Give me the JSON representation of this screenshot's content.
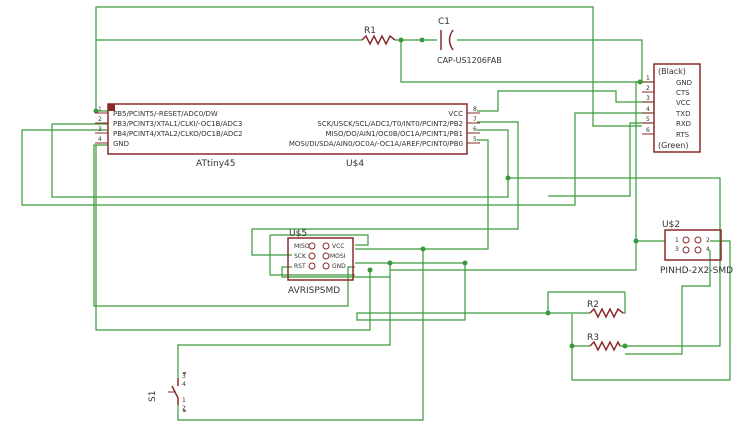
{
  "chip": {
    "name": "ATtiny45",
    "ref": "U$4",
    "pin_numbers_left": [
      "1",
      "2",
      "3",
      "4"
    ],
    "pin_numbers_right": [
      "8",
      "7",
      "6",
      "5"
    ],
    "pins_left": [
      "PB5/PCINT5/-RESET/ADC0/DW",
      "PB3/PCINT3/XTAL1/CLKI/-OC1B/ADC3",
      "PB4/PCINT4/XTAL2/CLKO/OC1B/ADC2",
      "GND"
    ],
    "pins_right": [
      "VCC",
      "SCK/USCK/SCL/ADC1/T0/INT0/PCINT2/PB2",
      "MISO/DO/AIN1/OC0B/OC1A/PCINT1/PB1",
      "MOSI/DI/SDA/AIN0/OC0A/-OC1A/AREF/PCINT0/PB0"
    ]
  },
  "r1": {
    "ref": "R1"
  },
  "c1": {
    "ref": "C1",
    "value": "CAP-US1206FAB"
  },
  "ftdi": {
    "top_label": "(Black)",
    "bottom_label": "(Green)",
    "pins": [
      "GND",
      "CTS",
      "VCC",
      "TXD",
      "RXD",
      "RTS"
    ],
    "pin_numbers": [
      "1",
      "2",
      "3",
      "4",
      "5",
      "6"
    ]
  },
  "isp": {
    "ref": "U$5",
    "name": "AVRISPSMD",
    "pins_left": [
      "MISO",
      "SCK",
      "RST"
    ],
    "pins_right": [
      "VCC",
      "MOSI",
      "GND"
    ]
  },
  "header": {
    "ref": "U$2",
    "name": "PINHD-2X2-SMD",
    "pin_numbers": [
      "1",
      "2",
      "3",
      "4"
    ]
  },
  "r2": {
    "ref": "R2"
  },
  "r3": {
    "ref": "R3"
  },
  "switch": {
    "ref": "S1",
    "pin_numbers": [
      "3",
      "4",
      "1",
      "2"
    ]
  }
}
